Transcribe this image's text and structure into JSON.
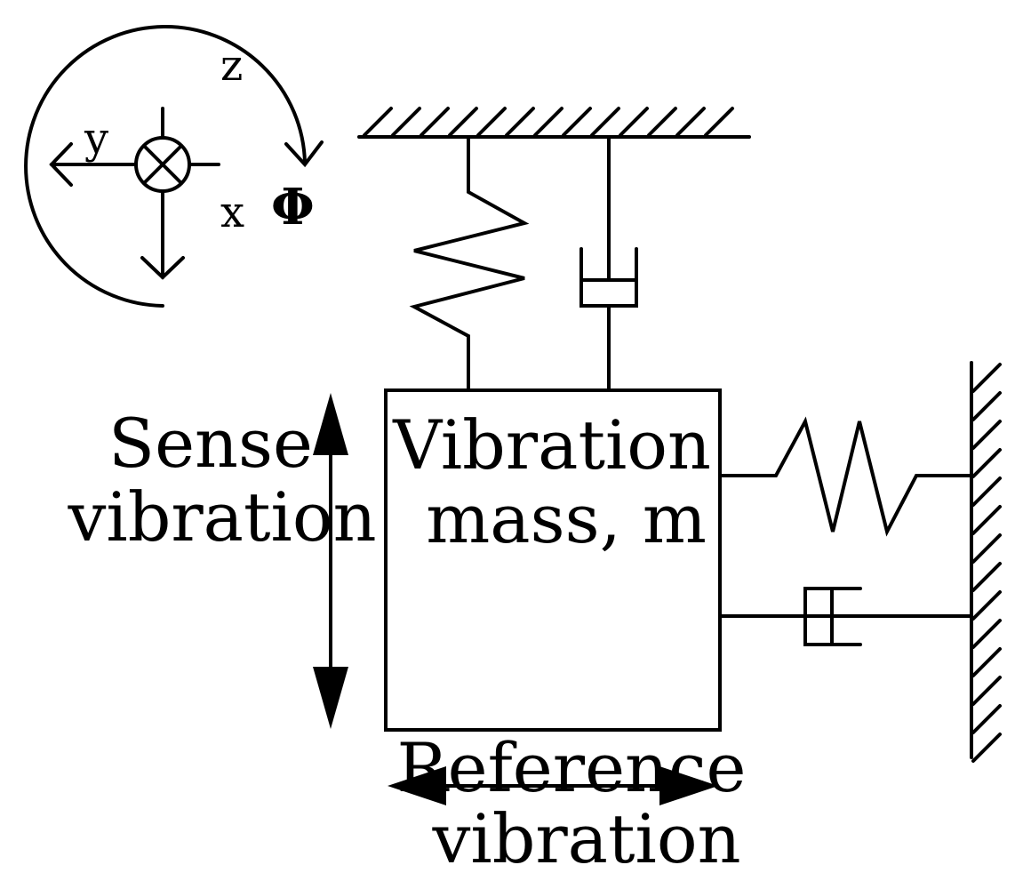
{
  "coordinate_system": {
    "axis_z": "z",
    "axis_y": "y",
    "axis_x": "x",
    "rotation_symbol": "Φ"
  },
  "mass": {
    "label_line1": "Vibration",
    "label_line2": "mass, m"
  },
  "sense_vibration": {
    "line1": "Sense",
    "line2": "vibration"
  },
  "reference_vibration": {
    "line1": "Reference",
    "line2": "vibration"
  },
  "colors": {
    "stroke": "#000000",
    "background": "#ffffff"
  }
}
